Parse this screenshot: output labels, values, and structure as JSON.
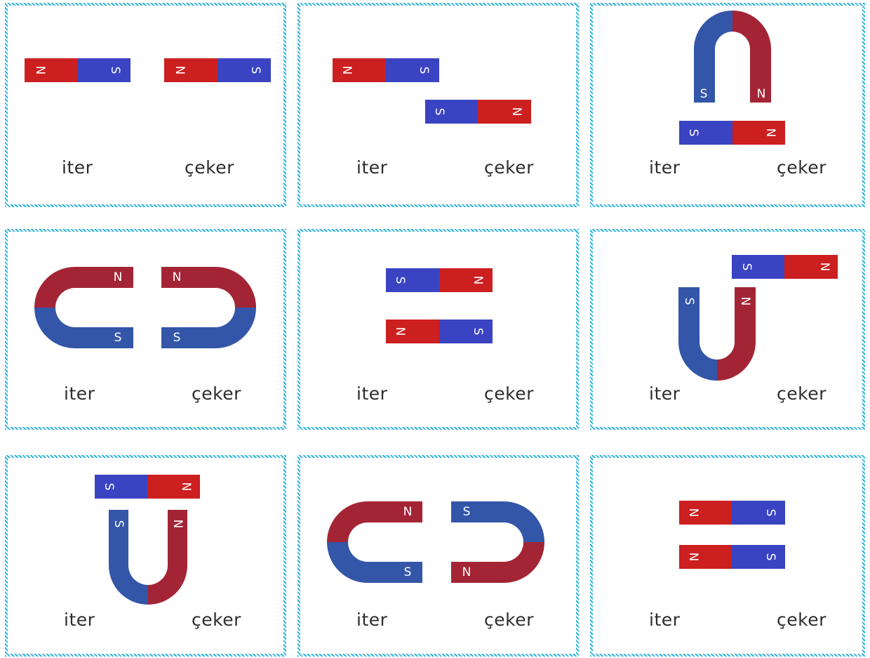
{
  "options": {
    "repel": "iter",
    "attract": "çeker"
  },
  "poles": {
    "north": "N",
    "south": "S"
  },
  "colors": {
    "north": "#cc1f1f",
    "south": "#3a44c2",
    "north_horseshoe": "#a32535",
    "south_horseshoe": "#3356a8",
    "card_border": "#2bb4e0"
  },
  "cards": [
    {
      "id": 1,
      "magnets": "bar N-S beside bar N-S"
    },
    {
      "id": 2,
      "magnets": "bar N-S above bar S-N"
    },
    {
      "id": 3,
      "magnets": "horseshoe S-N above bar S-N"
    },
    {
      "id": 4,
      "magnets": "two horseshoes, open ends facing"
    },
    {
      "id": 5,
      "magnets": "bar S-N above bar N-S"
    },
    {
      "id": 6,
      "magnets": "bar S-N above horseshoe S-N"
    },
    {
      "id": 7,
      "magnets": "bar S-N above horseshoe S-N"
    },
    {
      "id": 8,
      "magnets": "two horseshoes, open ends facing"
    },
    {
      "id": 9,
      "magnets": "bar N-S above bar N-S"
    }
  ]
}
